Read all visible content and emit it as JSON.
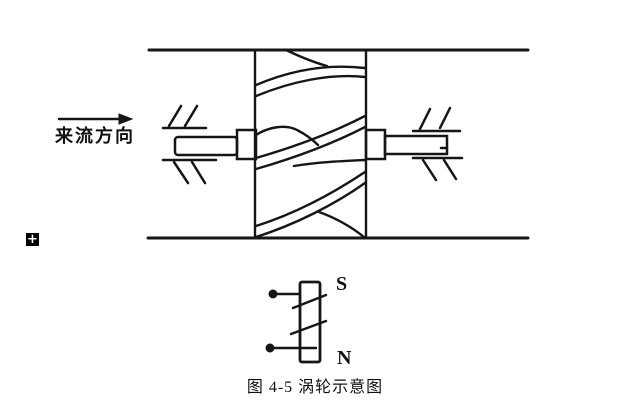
{
  "figure": {
    "flow_direction_label": "来流方向",
    "magnet_south_label": "S",
    "magnet_north_label": "N",
    "caption": "图 4-5 涡轮示意图"
  },
  "icons": {
    "expand_plus": "+"
  },
  "colors": {
    "ink": "#161616",
    "background": "#ffffff"
  }
}
